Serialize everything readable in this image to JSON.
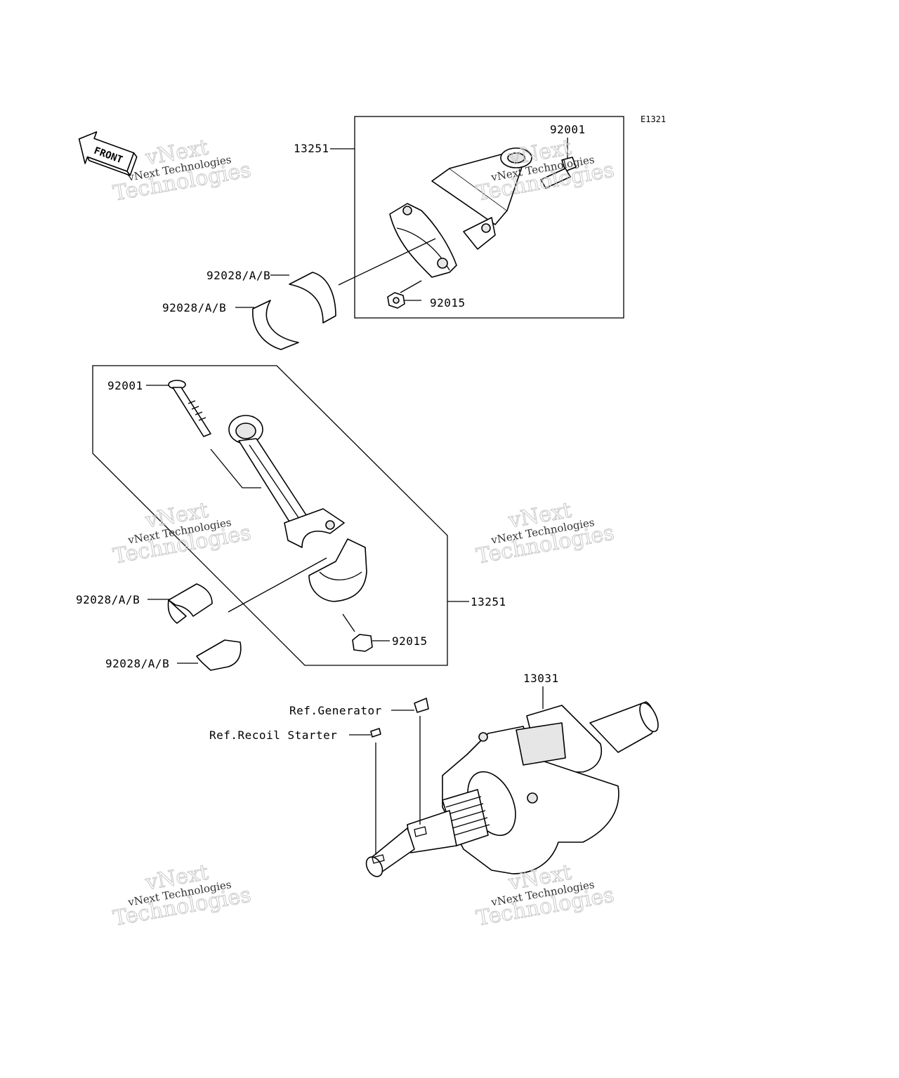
{
  "diagram_code": "E1321",
  "front_arrow": {
    "text": "FRONT",
    "icon": "front-arrow-icon"
  },
  "watermark": {
    "line1": "vNext Technologies",
    "line2": "vNext",
    "line3": "Technologies"
  },
  "labels": {
    "rod_assy_top": "13251",
    "bolt_top": "92001",
    "bearing_top_a": "92028/A/B",
    "bearing_top_b": "92028/A/B",
    "nut_top": "92015",
    "bolt_mid": "92001",
    "rod_assy_mid": "13251",
    "bearing_mid_a": "92028/A/B",
    "bearing_mid_b": "92028/A/B",
    "nut_mid": "92015",
    "crankshaft": "13031",
    "ref_generator": "Ref.Generator",
    "ref_recoil": "Ref.Recoil Starter"
  }
}
